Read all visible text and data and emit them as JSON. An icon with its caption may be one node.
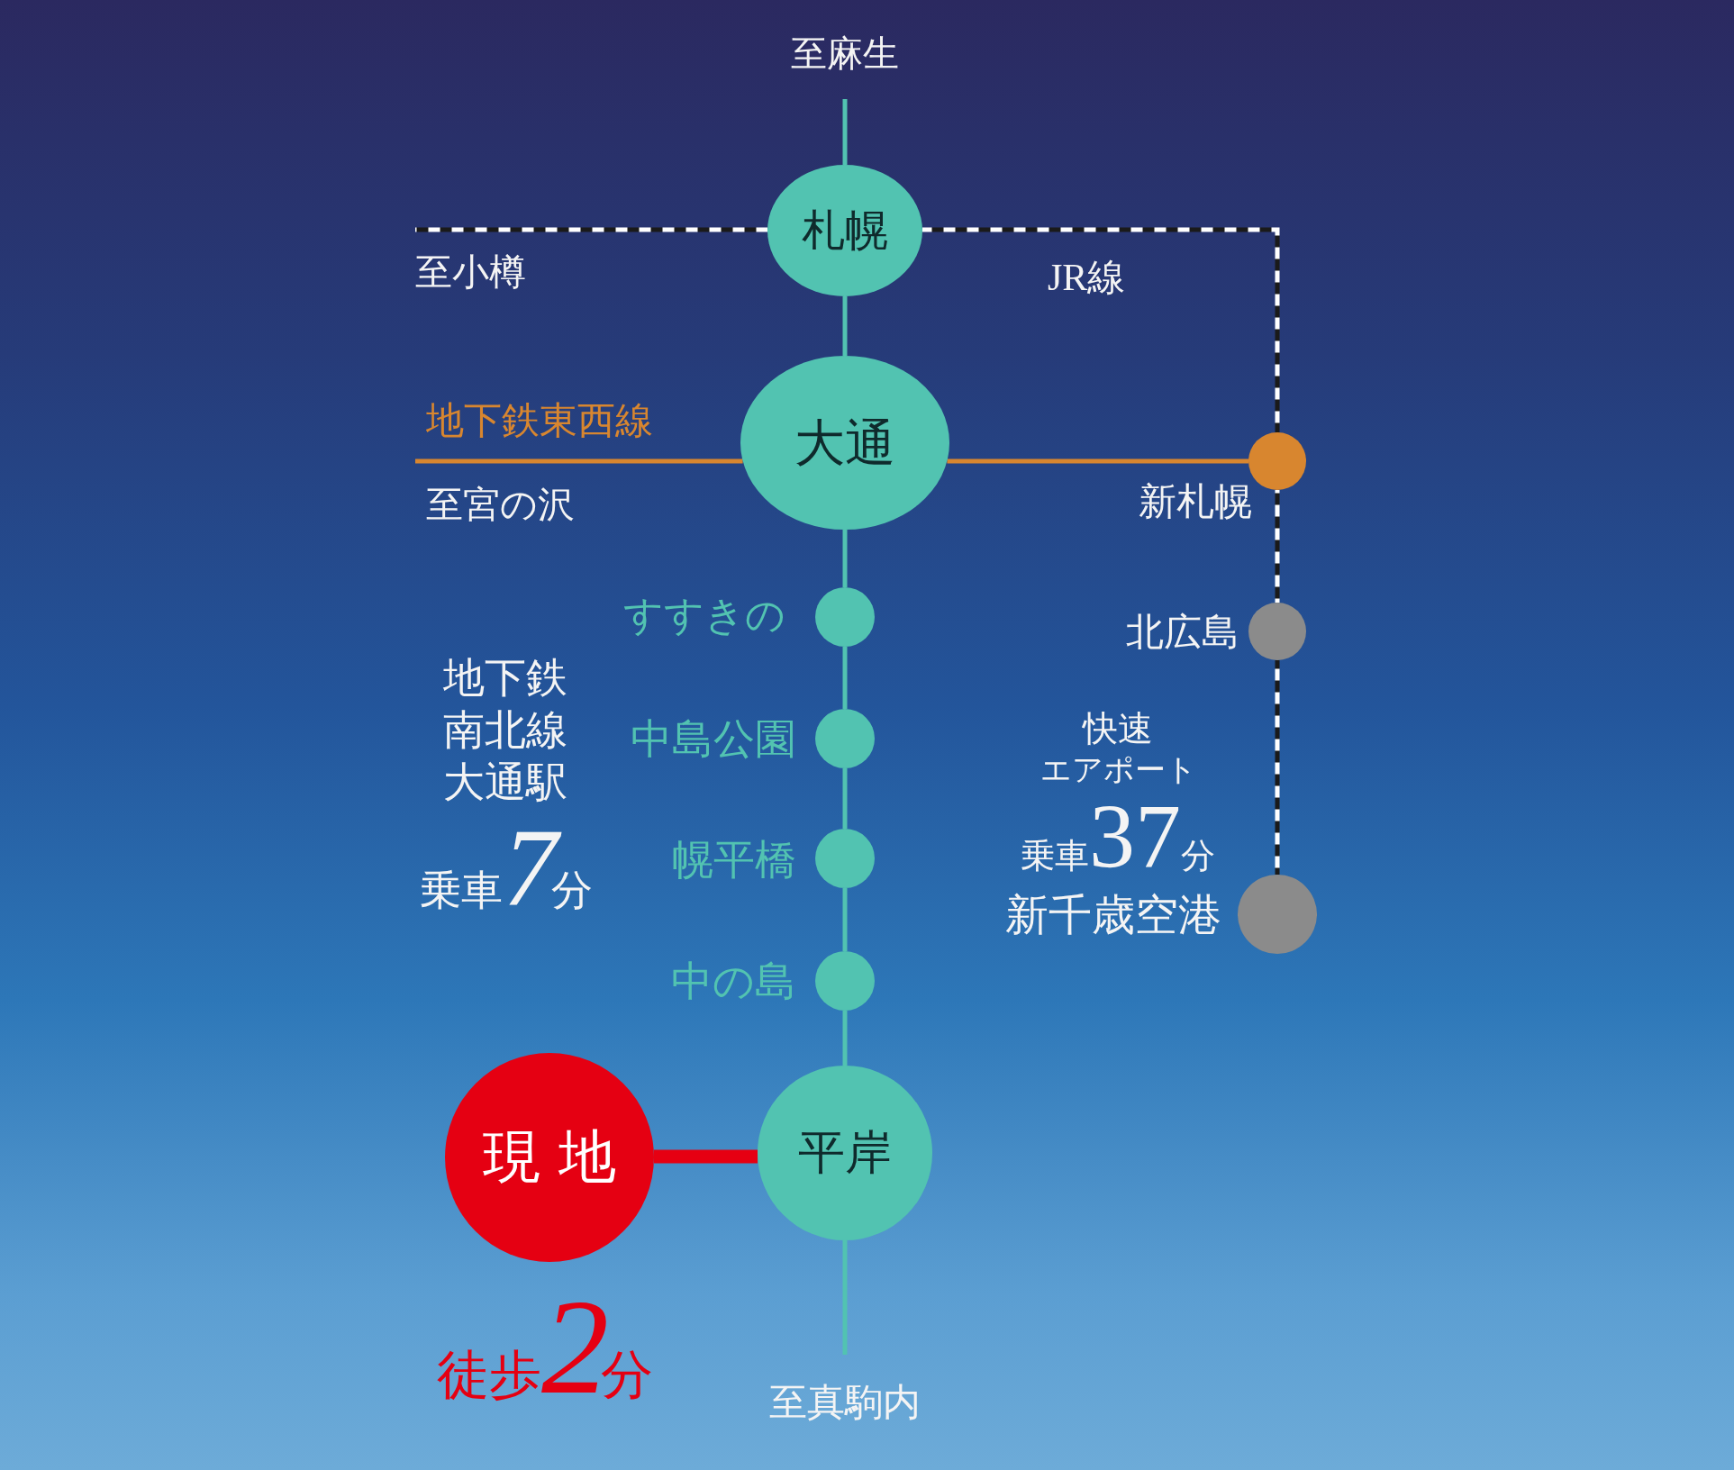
{
  "diagram": {
    "nodes": [
      {
        "text": [
          "至麻生"
        ]
      },
      {
        "text": [
          "札幌"
        ]
      },
      {
        "text": [
          "大通"
        ]
      },
      {
        "text": [],
        "shape": "circle",
        "beside": [
          "新札幌"
        ]
      },
      {
        "text": [],
        "shape": "circle",
        "beside": [
          "すすきの"
        ]
      },
      {
        "text": [],
        "shape": "circle",
        "beside": [
          "北広島"
        ]
      },
      {
        "text": [],
        "shape": "circle",
        "beside": [
          "中島公園"
        ]
      },
      {
        "text": [],
        "shape": "circle",
        "beside": [
          "幌平橋"
        ]
      },
      {
        "text": [],
        "shape": "circle",
        "beside": [
          "新千歳空港"
        ]
      },
      {
        "text": [],
        "shape": "circle",
        "beside": [
          "中の島"
        ]
      },
      {
        "text": [
          "現地"
        ],
        "beside": [
          "徒歩2分"
        ]
      },
      {
        "text": [
          "平岸"
        ]
      },
      {
        "text": [
          "至真駒内"
        ]
      }
    ],
    "edges": [
      {
        "from": 0,
        "to": 1,
        "arrow": "none"
      },
      {
        "from": 1,
        "to": 2,
        "arrow": "none"
      },
      {
        "from": 2,
        "to": 4,
        "arrow": "none"
      },
      {
        "from": 4,
        "to": 6,
        "arrow": "none"
      },
      {
        "from": 6,
        "to": 7,
        "arrow": "none"
      },
      {
        "from": 7,
        "to": 9,
        "arrow": "none"
      },
      {
        "from": 9,
        "to": 11,
        "arrow": "none"
      },
      {
        "from": 11,
        "to": 12,
        "arrow": "none"
      },
      {
        "from": 10,
        "to": 11,
        "arrow": "none",
        "style": "thick",
        "color": "#e60012"
      },
      {
        "from": null,
        "to": 1,
        "arrow": "none",
        "style": "dashed",
        "color": "#1a1a1a"
      },
      {
        "from": 1,
        "to": 3,
        "arrow": "none",
        "style": "dashed",
        "color": "#1a1a1a"
      },
      {
        "from": 3,
        "to": 5,
        "arrow": "none",
        "style": "dashed",
        "color": "#1a1a1a"
      },
      {
        "from": 5,
        "to": 8,
        "arrow": "none",
        "style": "dashed",
        "color": "#1a1a1a"
      },
      {
        "from": null,
        "to": 2,
        "arrow": "none",
        "color": "#d8862f"
      },
      {
        "from": 2,
        "to": 3,
        "arrow": "none",
        "color": "#d8862f"
      }
    ],
    "labels": [
      "至小樽",
      "JR線",
      "地下鉄東西線",
      "至宮の沢",
      "地下鉄南北線大通駅",
      "快速",
      "エアポート",
      "乗車37分",
      "乗車7分"
    ]
  }
}
